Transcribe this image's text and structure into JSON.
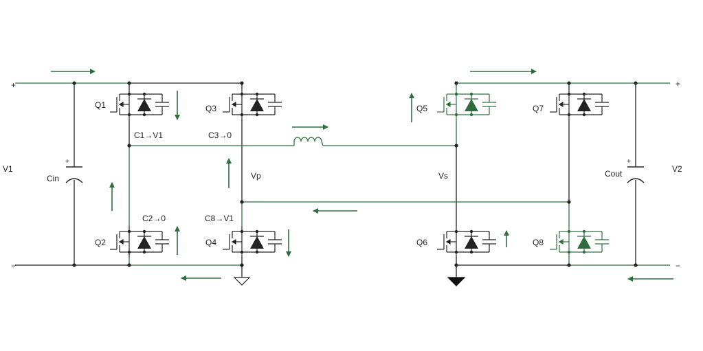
{
  "colors": {
    "wire": "#222222",
    "green": "#2e6e3e",
    "background": "#ffffff"
  },
  "sources": {
    "v1": "V1",
    "v2": "V2",
    "plus": "+",
    "minus": "−"
  },
  "capacitors": {
    "cin": "Cin",
    "cout": "Cout",
    "plus": "+"
  },
  "switches": {
    "q1": "Q1",
    "q2": "Q2",
    "q3": "Q3",
    "q4": "Q4",
    "q5": "Q5",
    "q6": "Q6",
    "q7": "Q7",
    "q8": "Q8"
  },
  "annotations": {
    "c1": "C1→V1",
    "c3": "C3→0",
    "c2": "C2→0",
    "c8": "C8→V1"
  },
  "nodes": {
    "vp": "Vp",
    "vs": "Vs"
  },
  "icons": [
    "mosfet-icon",
    "diode-icon",
    "capacitor-icon",
    "inductor-icon",
    "ground-icon",
    "current-arrow-icon"
  ]
}
